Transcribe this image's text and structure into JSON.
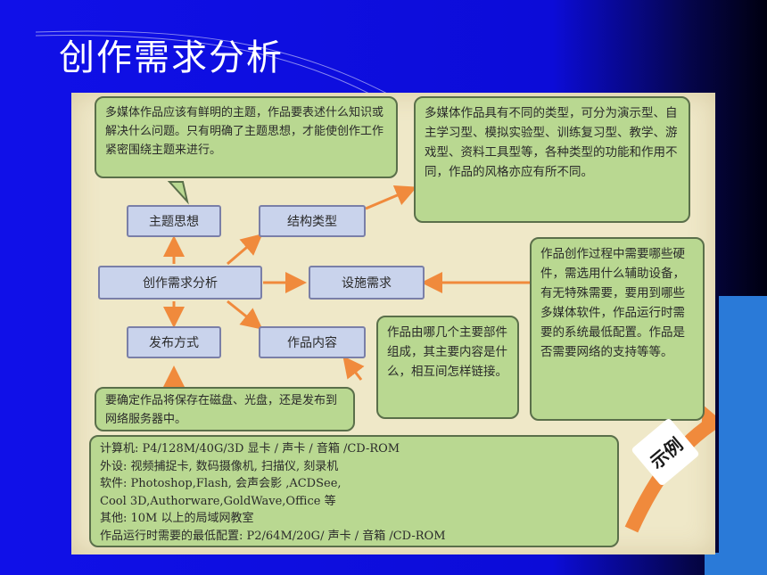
{
  "slide": {
    "title": "创作需求分析"
  },
  "diagram": {
    "center": "创作需求分析",
    "nodes": {
      "theme": "主题思想",
      "structure": "结构类型",
      "facility": "设施需求",
      "publish": "发布方式",
      "content": "作品内容"
    },
    "notes": {
      "theme_note": "多媒体作品应该有鲜明的主题，作品要表述什么知识或解决什么问题。只有明确了主题思想，才能使创作工作紧密围绕主题来进行。",
      "structure_note": "多媒体作品具有不同的类型，可分为演示型、自主学习型、模拟实验型、训练复习型、教学、游戏型、资料工具型等，各种类型的功能和作用不同，作品的风格亦应有所不同。",
      "facility_note": "作品创作过程中需要哪些硬件，需选用什么辅助设备，有无特殊需要，要用到哪些多媒体软件，作品运行时需要的系统最低配置。作品是否需要网络的支持等等。",
      "content_note": "作品由哪几个主要部件组成，其主要内容是什么，相互间怎样链接。",
      "publish_note": "要确定作品将保存在磁盘、光盘，还是发布到网络服务器中。"
    },
    "example": {
      "label": "示例",
      "lines": [
        "计算机: P4/128M/40G/3D 显卡 / 声卡 / 音箱 /CD-ROM",
        "外设: 视频捕捉卡, 数码摄像机, 扫描仪, 刻录机",
        "软件: Photoshop,Flash, 会声会影 ,ACDSee,",
        "Cool 3D,Authorware,GoldWave,Office 等",
        "其他: 10M 以上的局域网教室",
        "作品运行时需要的最低配置: P2/64M/20G/ 声卡 / 音箱 /CD-ROM"
      ]
    },
    "colors": {
      "note_fill": "#b9d891",
      "node_fill": "#c9d3ec",
      "arrow": "#f08a3c",
      "background": "#1010e8"
    }
  }
}
